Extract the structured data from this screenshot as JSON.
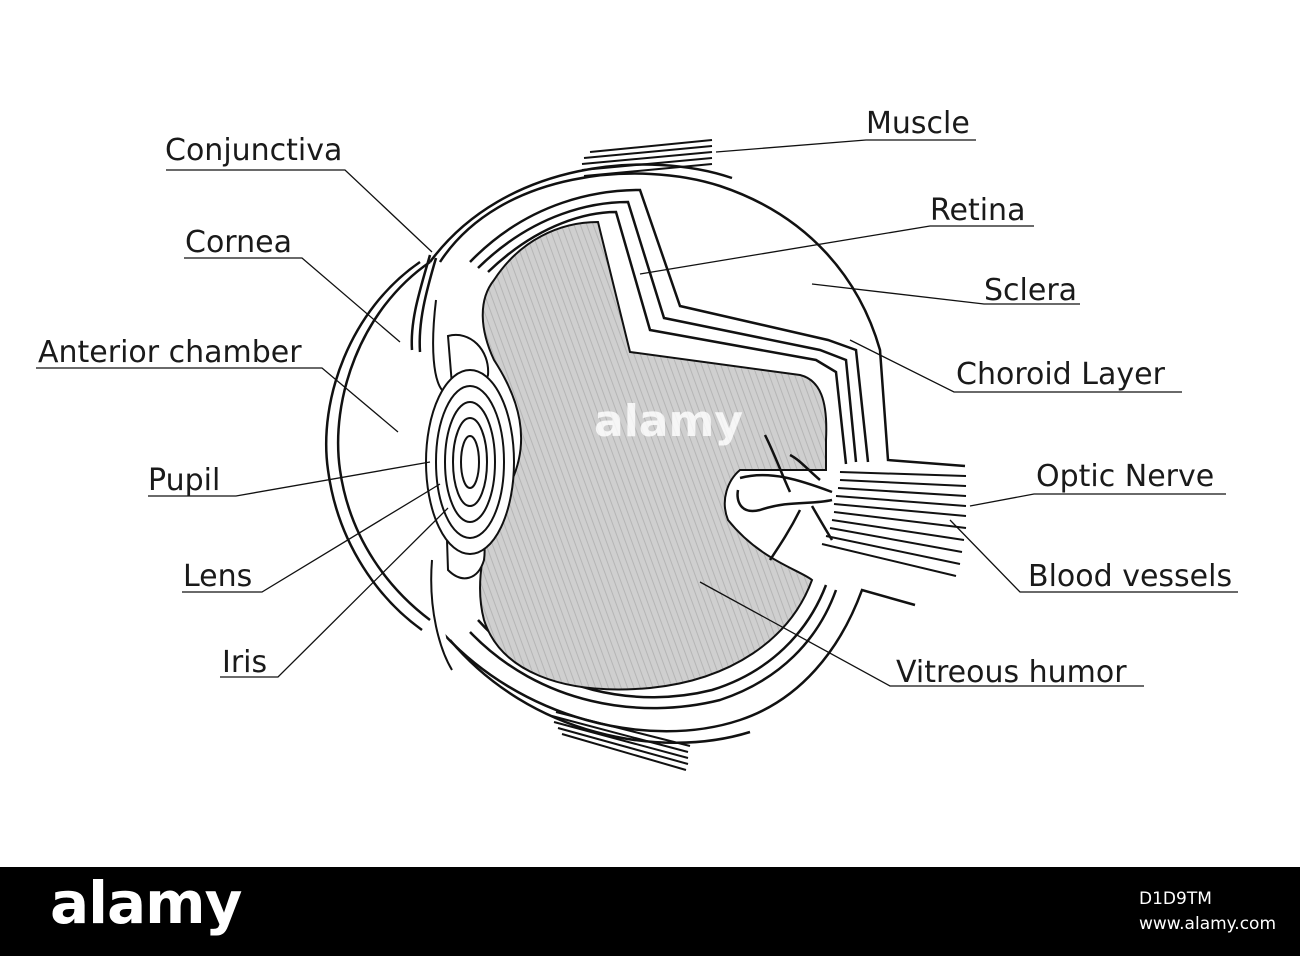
{
  "labels": {
    "conjunctiva": "Conjunctiva",
    "cornea": "Cornea",
    "anterior_chamber": "Anterior chamber",
    "pupil": "Pupil",
    "lens": "Lens",
    "iris": "Iris",
    "muscle": "Muscle",
    "retina": "Retina",
    "sclera": "Sclera",
    "choroid_layer": "Choroid Layer",
    "optic_nerve": "Optic Nerve",
    "blood_vessels": "Blood vessels",
    "vitreous_humor": "Vitreous humor"
  },
  "watermark": "alamy",
  "footer": {
    "brand": "alamy",
    "image_code": "D1D9TM",
    "site": "www.alamy.com"
  },
  "colors": {
    "background": "#ffffff",
    "line": "#111111",
    "fill": "#c8c8c8",
    "footer": "#000000"
  }
}
